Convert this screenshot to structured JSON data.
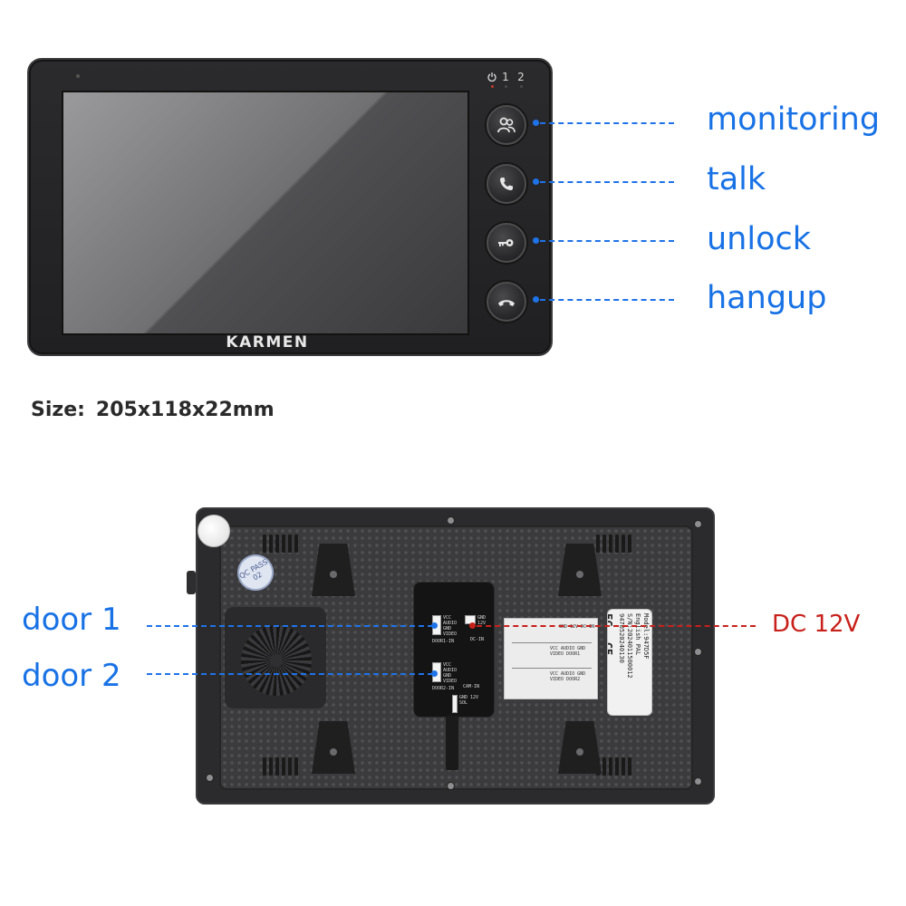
{
  "front": {
    "brand": "KARMEN",
    "indicators": [
      "1",
      "2"
    ],
    "buttons": [
      {
        "name": "monitoring",
        "icon": "people-icon"
      },
      {
        "name": "talk",
        "icon": "phone-icon"
      },
      {
        "name": "unlock",
        "icon": "key-icon"
      },
      {
        "name": "hangup",
        "icon": "hangup-icon"
      }
    ]
  },
  "labels": {
    "monitoring": "monitoring",
    "talk": "talk",
    "unlock": "unlock",
    "hangup": "hangup",
    "door1": "door 1",
    "door2": "door 2",
    "dc": "DC 12V"
  },
  "size": {
    "label": "Size:",
    "value": "205x118x22mm"
  },
  "back": {
    "qc_sticker": "QC PASS 02",
    "port_door1": "VCC AUDIO GND VIDEO",
    "port_door1_name": "DOOR1-IN",
    "port_dc": "GND 12V",
    "port_dc_name": "DC-IN",
    "port_door2": "VCC AUDIO GND VIDEO",
    "port_door2_name": "DOOR2-IN",
    "port_cam": "CAM-IN",
    "port_unlock": "GND 12V SOL",
    "card_top": "GND 12V DC-IN",
    "card_door1": "VCC AUDIO GND VIDEO DOOR1",
    "card_door2": "VCC AUDIO GND VIDEO DOOR2",
    "spec_lines": [
      "Model:947D5F",
      "English PAL",
      "S/N:2024011500012",
      "9470520240130"
    ],
    "fc_mark": "FC",
    "ce_mark": "CE"
  },
  "colors": {
    "label_blue": "#1872e6",
    "label_red": "#c8201a",
    "indicator_power": "#c43b2a",
    "indicator_1": "#3a3a3c",
    "indicator_2": "#3a3a3c"
  }
}
